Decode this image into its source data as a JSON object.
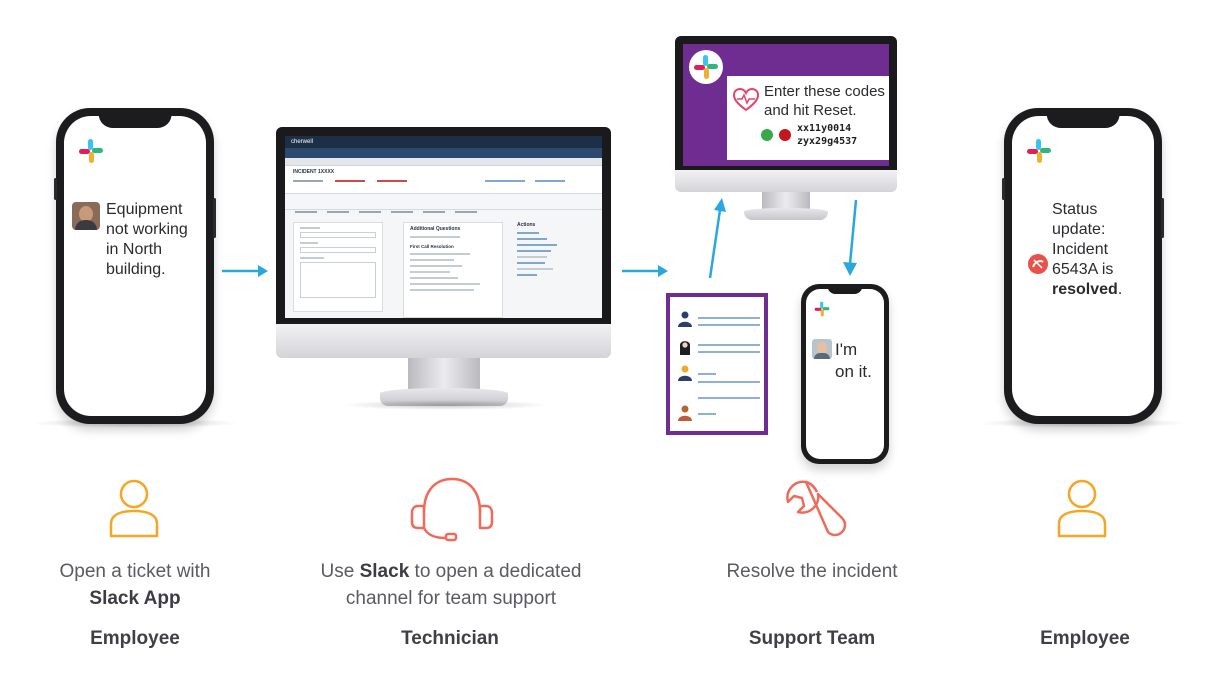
{
  "colors": {
    "arrow": "#29a8dd",
    "purple": "#6f2c91",
    "orange_icon": "#f5a623",
    "coral_icon": "#ef6a5a"
  },
  "phone_left": {
    "icon": "slack-logo-icon",
    "message_lines": [
      "Equipment",
      "not working",
      "in North",
      "building."
    ]
  },
  "monitor_center": {
    "app": "cherwell",
    "form_title": "INCIDENT 1XXXX",
    "panel_title": "Additional Questions",
    "panel_subtitle": "First Call Resolution",
    "actions_title": "Actions"
  },
  "monitor_top": {
    "icon": "slack-logo-icon",
    "message_lines": [
      "Enter these codes",
      "and hit Reset."
    ],
    "codes": [
      "xx11y0014",
      "zyx29g4537"
    ]
  },
  "phone_small": {
    "icon": "slack-logo-icon",
    "message_lines": [
      "I'm",
      "on it."
    ]
  },
  "phone_right": {
    "icon": "slack-logo-icon",
    "message_lines": [
      "Status",
      "update:",
      "Incident",
      "6543A is"
    ],
    "message_bold": "resolved",
    "message_tail": "."
  },
  "steps": [
    {
      "icon": "person-icon",
      "caption_plain": "Open a ticket with",
      "caption_bold": "Slack App",
      "role": "Employee"
    },
    {
      "icon": "headset-icon",
      "caption_pre": "Use ",
      "caption_bold": "Slack",
      "caption_post": " to open a dedicated",
      "caption_line2": "channel for team support",
      "role": "Technician"
    },
    {
      "icon": "wrench-icon",
      "caption_plain": "Resolve the incident",
      "role": "Support Team"
    },
    {
      "icon": "person-icon",
      "role": "Employee"
    }
  ]
}
